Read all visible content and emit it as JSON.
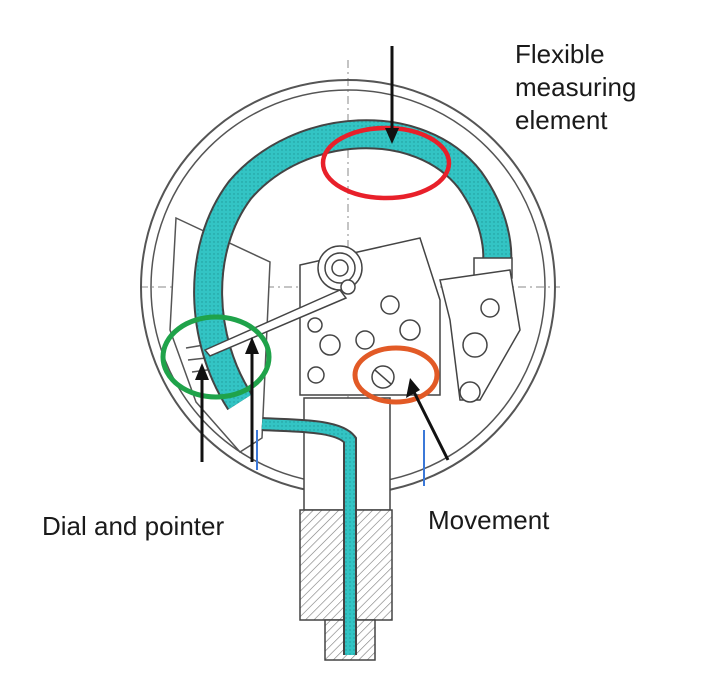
{
  "labels": {
    "flexible_element": [
      "Flexible",
      "measuring",
      "element"
    ],
    "dial_and_pointer": "Dial and pointer",
    "movement": "Movement"
  },
  "colors": {
    "bourdon_tube": "#33c4c4",
    "highlight_flexible_element": "#e8202a",
    "highlight_dial_and_pointer": "#1fa34a",
    "highlight_movement": "#e25a26",
    "line_art": "#555555",
    "arrow": "#111111",
    "thin_pointer_line": "#3b78d8"
  },
  "icons": [
    "pressure-gauge-diagram",
    "bourdon-tube",
    "gear-movement",
    "threaded-socket"
  ]
}
